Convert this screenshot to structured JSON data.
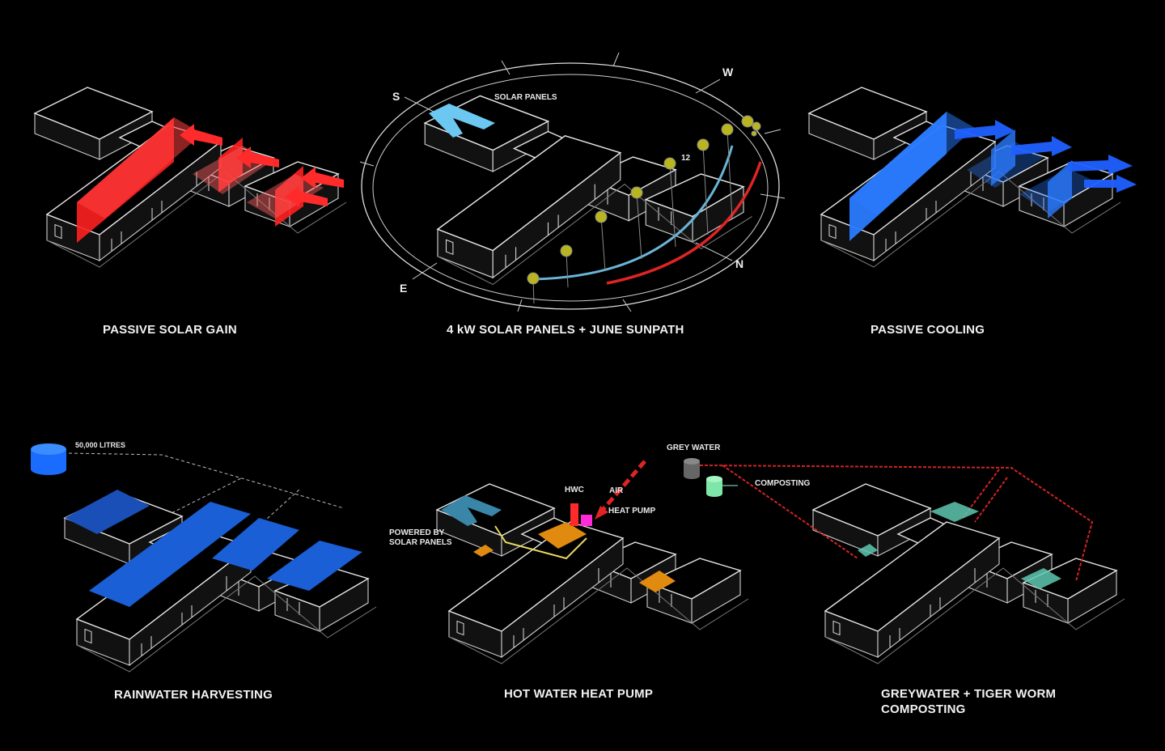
{
  "panels": [
    {
      "caption": "PASSIVE SOLAR GAIN",
      "accent": "#ff2020"
    },
    {
      "caption": "4 kW SOLAR PANELS + JUNE SUNPATH",
      "accent": "#6cc8f0",
      "labels": {
        "solar_panels": "SOLAR PANELS",
        "noon": "12"
      },
      "compass": {
        "s": "S",
        "w": "W",
        "n": "N",
        "e": "E"
      },
      "sun_color": "#b8b51e",
      "path_colors": [
        "#6ab4d8",
        "#e02424"
      ]
    },
    {
      "caption": "PASSIVE COOLING",
      "accent": "#2a7bff"
    },
    {
      "caption": "RAINWATER HARVESTING",
      "accent": "#1a5fd6",
      "labels": {
        "tank": "50,000 LITRES"
      }
    },
    {
      "caption": "HOT WATER HEAT PUMP",
      "accent": "#e08a10",
      "labels": {
        "hwc": "HWC",
        "air": "AIR",
        "heat_pump": "HEAT PUMP",
        "powered": "POWERED BY",
        "powered2": "SOLAR PANELS"
      }
    },
    {
      "caption": "GREYWATER + TIGER WORM",
      "caption2": "COMPOSTING",
      "accent": "#5fc8b0",
      "labels": {
        "grey_water": "GREY WATER",
        "composting": "COMPOSTING"
      }
    }
  ]
}
